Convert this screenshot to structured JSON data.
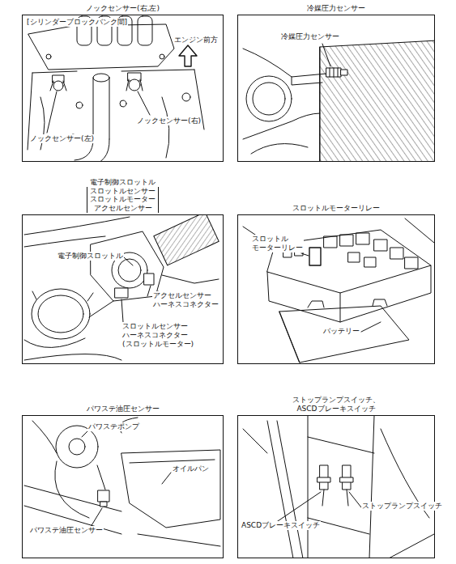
{
  "diagram": {
    "nodes": [
      {
        "text": [
          "ノックセンサー(右,左)"
        ]
      },
      {
        "text": [
          "冷媒圧力センサー"
        ]
      },
      {
        "text": [
          "電子制御スロットル",
          "スロットルセンサー スロットルモーター アクセルセンサー"
        ]
      },
      {
        "text": [
          "スロットルモーターリレー"
        ]
      },
      {
        "text": [
          "パワステ油圧センサー"
        ]
      },
      {
        "text": [
          "ストップランプスイッチ、 ASCDブレーキスイッチ"
        ]
      }
    ],
    "labels": [
      "[シリンダーブロックバンク間]",
      "エンジン前方",
      "ノックセンサー(右)",
      "ノックセンサー(左)",
      "冷媒圧力センサー",
      "電子制御スロットル",
      "アクセルセンサー ハーネスコネクター",
      "スロットルセンサー ハーネスコネクター (スロットルモーター)",
      "スロットル モーターリレー",
      "バッテリー",
      "パワステポンプ",
      "オイルパン",
      "パワステ油圧センサー",
      "ASCDブレーキスイッチ",
      "ストップランプスイッチ"
    ]
  }
}
